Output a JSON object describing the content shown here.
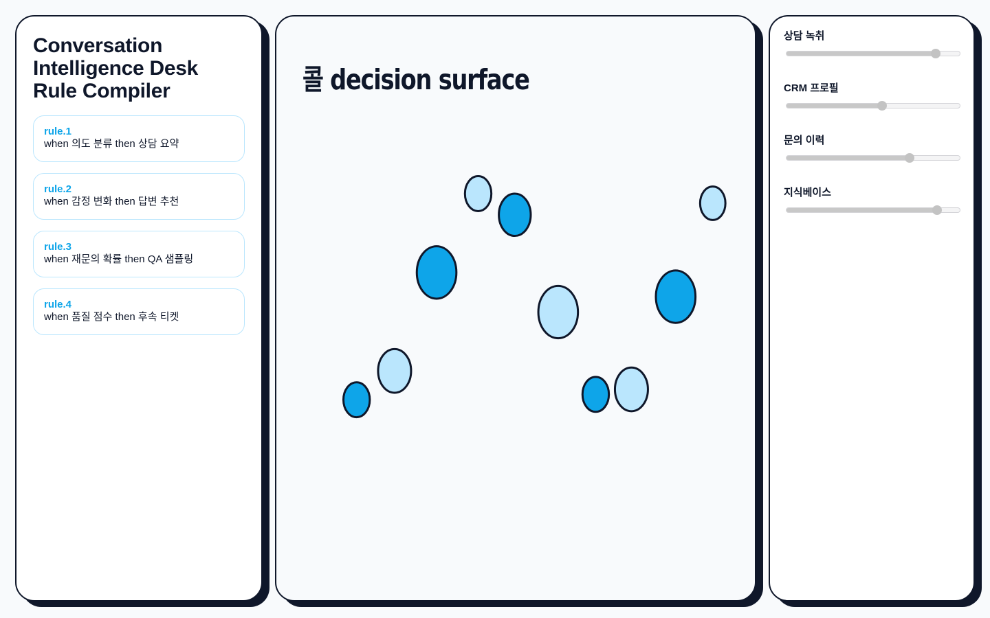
{
  "sidebar": {
    "title_lines": [
      "Conversation",
      "Intelligence Desk",
      "Rule Compiler"
    ],
    "rules": [
      {
        "id": "rule.1",
        "text": "when 의도 분류 then 상담 요약"
      },
      {
        "id": "rule.2",
        "text": "when 감정 변화 then 답변 추천"
      },
      {
        "id": "rule.3",
        "text": "when 재문의 확률 then QA 샘플링"
      },
      {
        "id": "rule.4",
        "text": "when 품질 점수 then 후속 티켓"
      }
    ]
  },
  "surface": {
    "title": "콜 decision surface"
  },
  "colors": {
    "accent": "#0ea5e9",
    "light": "#bae6fd",
    "ink": "#0f172a"
  },
  "chart_data": {
    "type": "scatter",
    "title": "콜 decision surface",
    "xlabel": "",
    "ylabel": "",
    "xlim": [
      0,
      100
    ],
    "ylim": [
      0,
      100
    ],
    "grid": false,
    "points": [
      {
        "x": 39.0,
        "y": 82.5,
        "r": 24,
        "class": "light"
      },
      {
        "x": 47.2,
        "y": 77.0,
        "r": 29,
        "class": "dark"
      },
      {
        "x": 29.7,
        "y": 62.0,
        "r": 36,
        "class": "dark"
      },
      {
        "x": 56.9,
        "y": 51.7,
        "r": 36,
        "class": "light"
      },
      {
        "x": 91.5,
        "y": 80.0,
        "r": 23,
        "class": "light"
      },
      {
        "x": 83.2,
        "y": 55.7,
        "r": 36,
        "class": "dark"
      },
      {
        "x": 20.3,
        "y": 36.4,
        "r": 30,
        "class": "light"
      },
      {
        "x": 11.8,
        "y": 28.9,
        "r": 24,
        "class": "dark"
      },
      {
        "x": 65.3,
        "y": 30.3,
        "r": 24,
        "class": "dark"
      },
      {
        "x": 73.3,
        "y": 31.6,
        "r": 30,
        "class": "light"
      }
    ]
  },
  "controls": [
    {
      "label": "상담 녹취",
      "value": 0.86
    },
    {
      "label": "CRM 프로필",
      "value": 0.55
    },
    {
      "label": "문의 이력",
      "value": 0.71
    },
    {
      "label": "지식베이스",
      "value": 0.87
    }
  ]
}
